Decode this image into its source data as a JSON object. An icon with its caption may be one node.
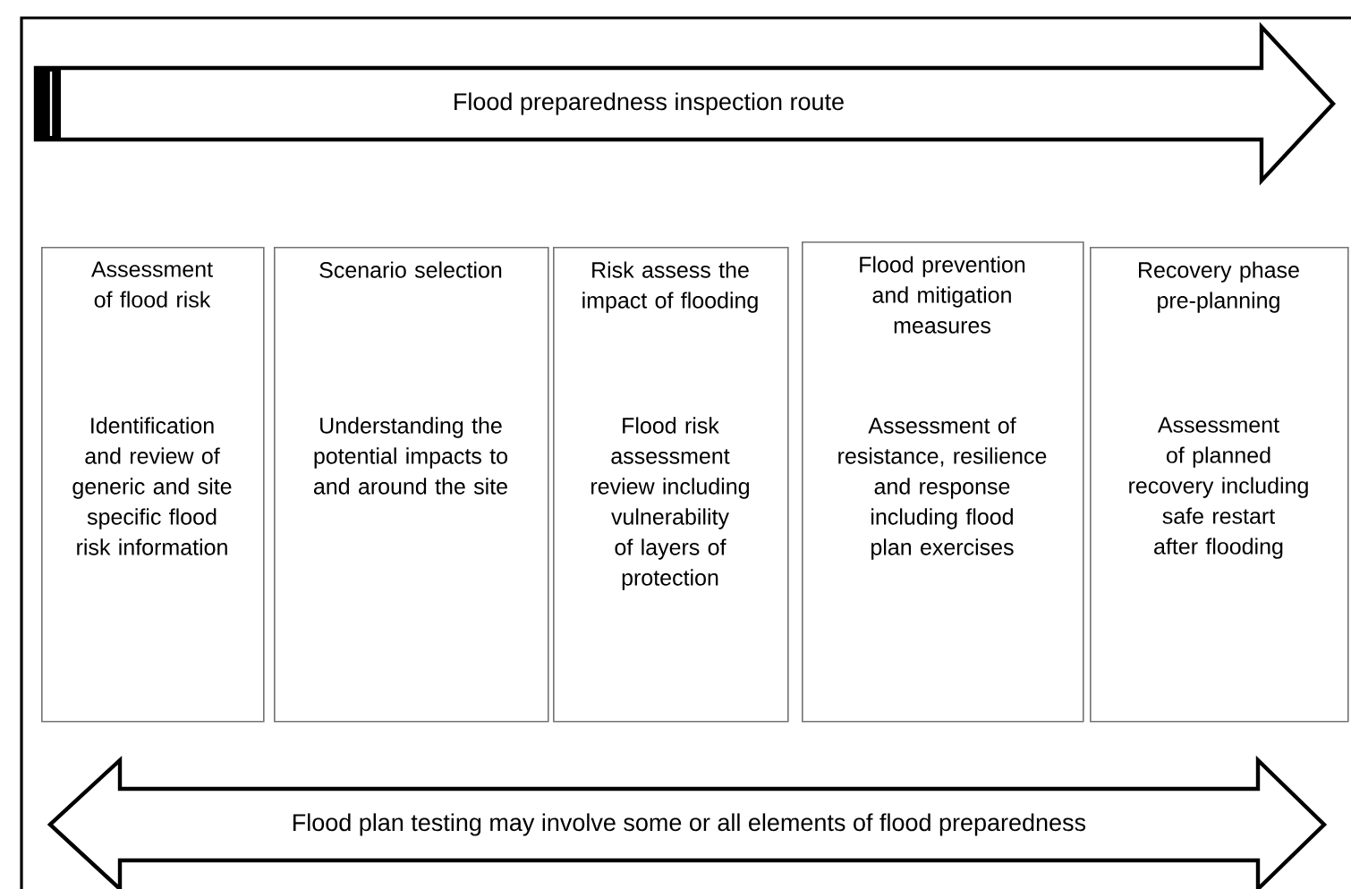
{
  "diagram": {
    "nodes": [
      {
        "text": [
          "Flood preparedness inspection route"
        ]
      },
      {
        "text": [
          "Assessment of flood risk",
          "Identification and review of generic and site specific flood risk information"
        ]
      },
      {
        "text": [
          "Scenario selection",
          "Understanding the potential impacts to and around the site"
        ]
      },
      {
        "text": [
          "Risk assess the impact of flooding",
          "Flood risk assessment review including vulnerability of layers of protection"
        ]
      },
      {
        "text": [
          "Flood prevention and mitigation measures",
          "Assessment of resistance, resilience and response including flood plan exercises"
        ]
      },
      {
        "text": [
          "Recovery phase pre-planning",
          "Assessment of planned recovery including safe restart after flooding"
        ]
      },
      {
        "text": [
          "Flood plan testing may involve some or all elements of flood preparedness"
        ]
      }
    ]
  }
}
